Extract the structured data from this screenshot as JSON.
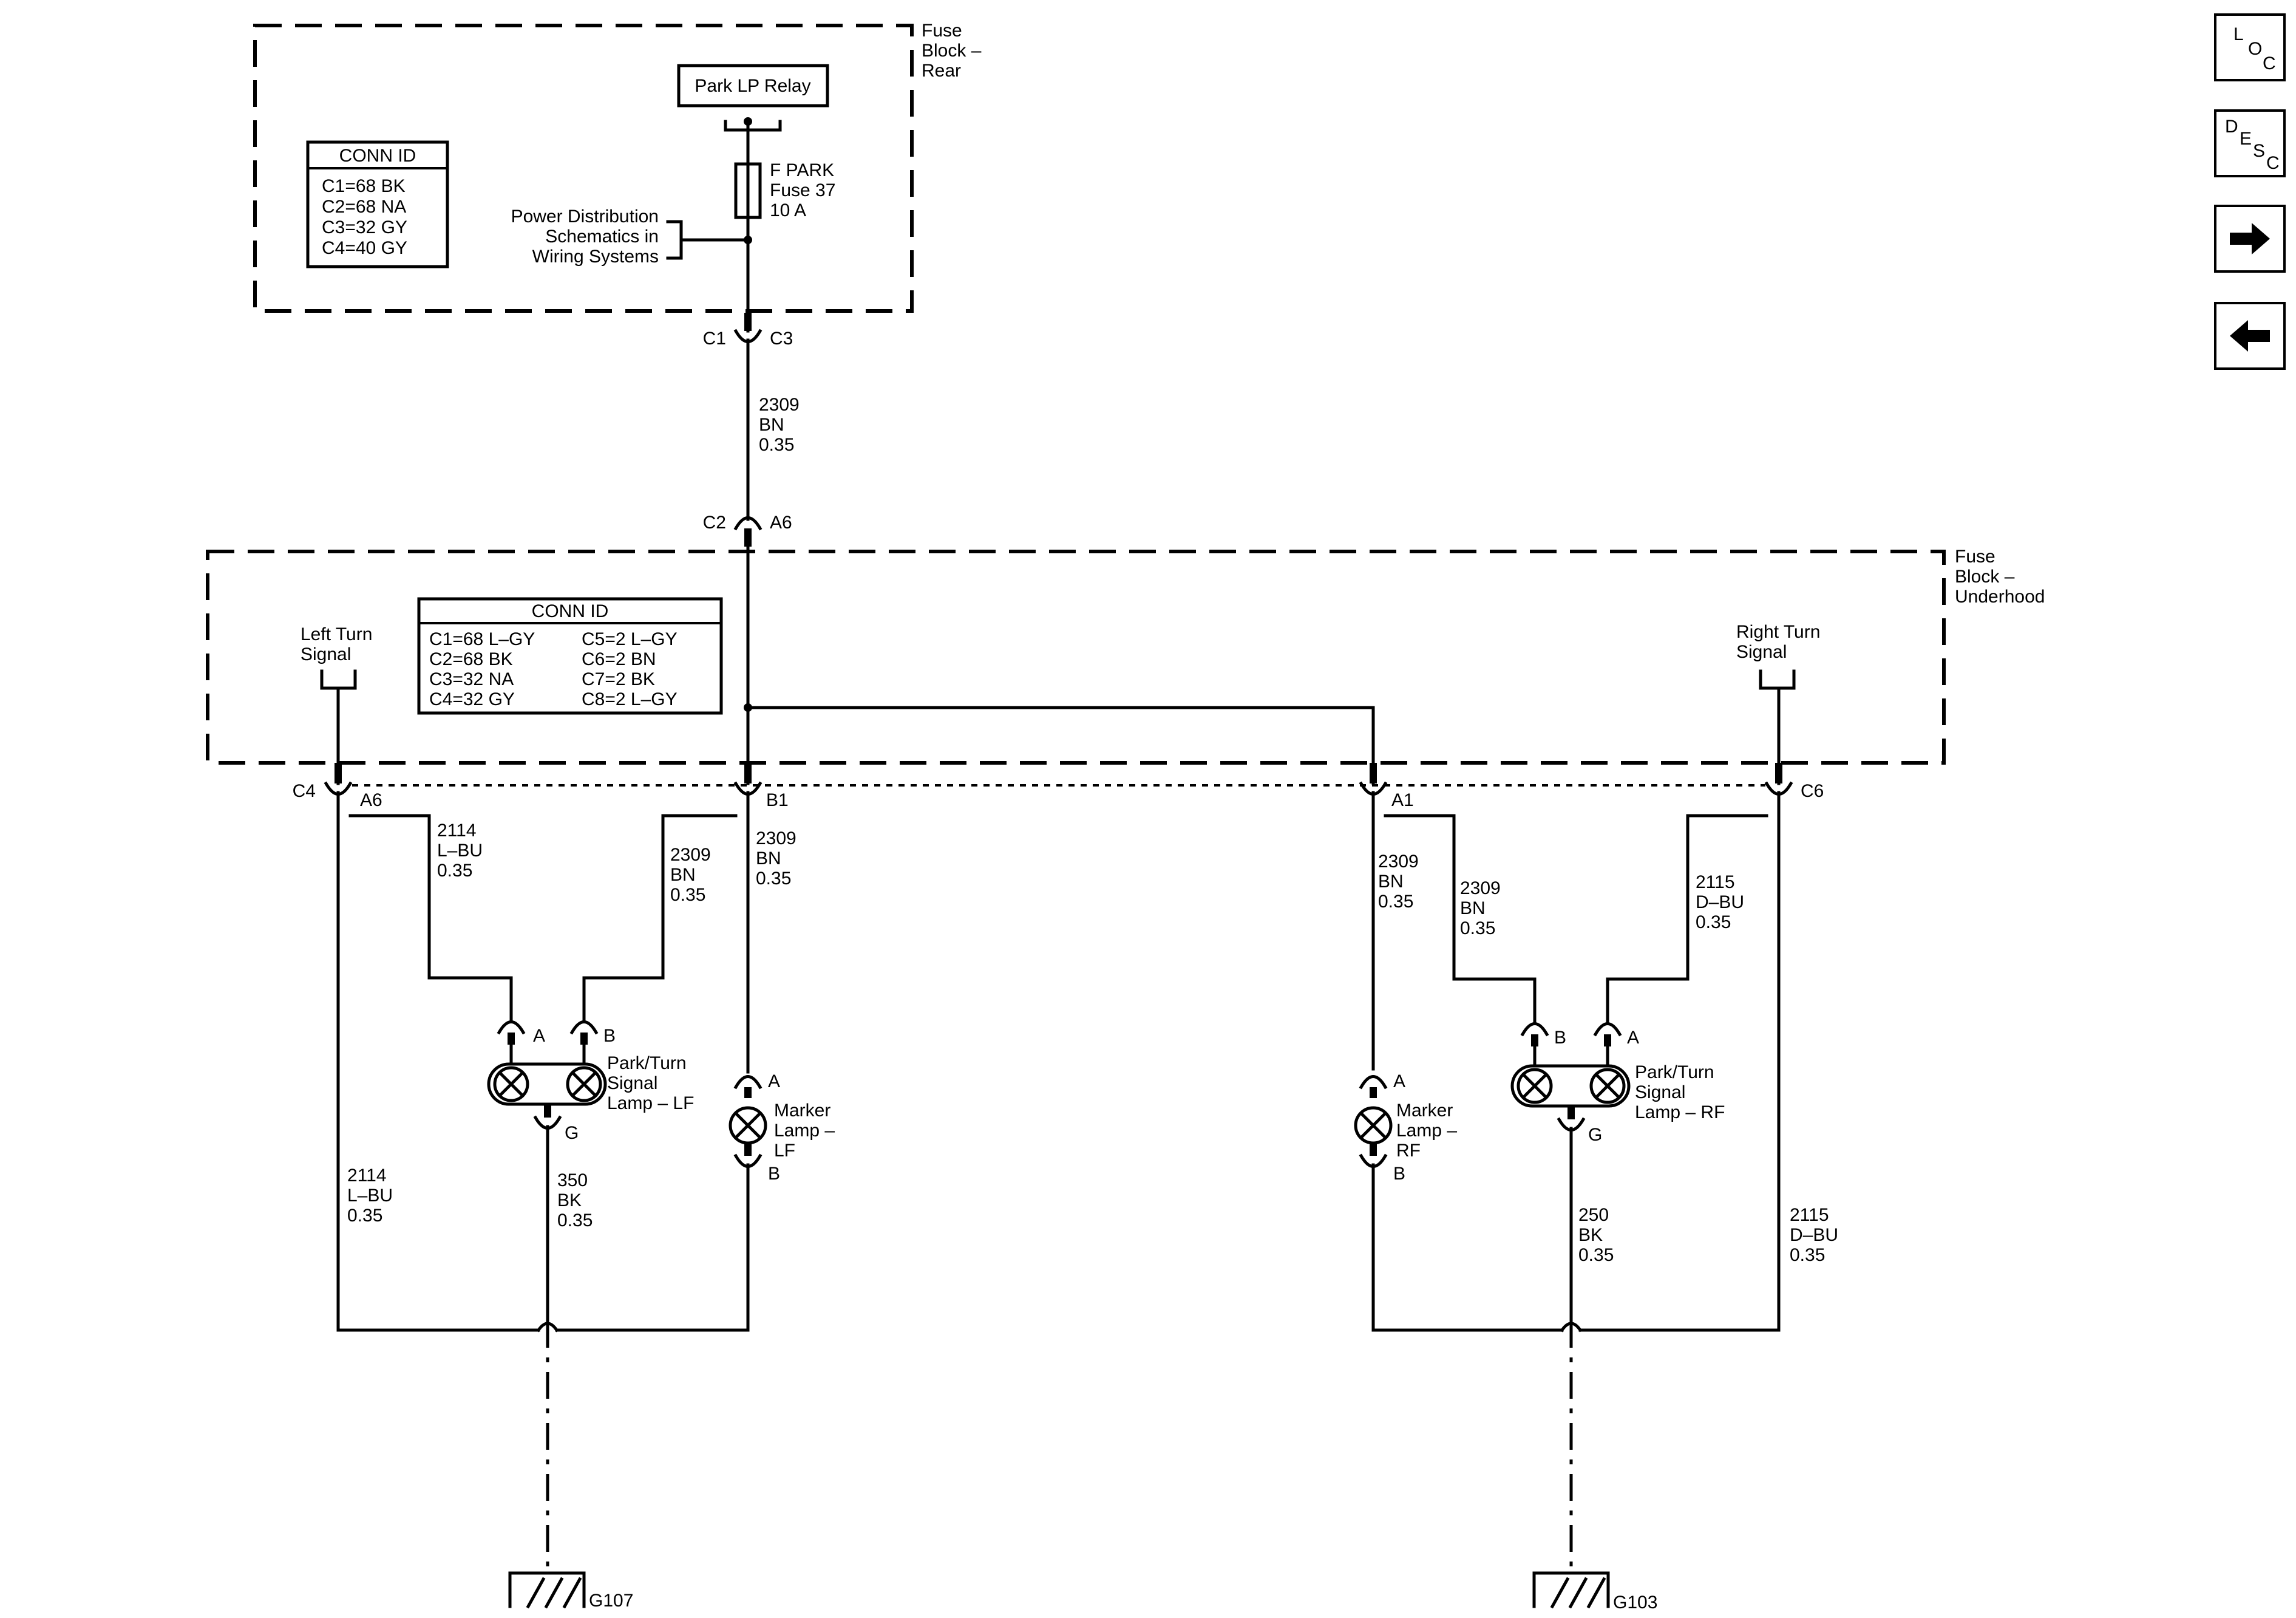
{
  "fuse_block_rear": {
    "title": [
      "Fuse",
      "Block –",
      "Rear"
    ],
    "relay": "Park LP Relay",
    "fuse": [
      "F PARK",
      "Fuse 37",
      "10 A"
    ],
    "power_ref": [
      "Power Distribution",
      "Schematics in",
      "Wiring Systems"
    ],
    "conn_id_title": "CONN ID",
    "conn_ids": [
      "C1=68 BK",
      "C2=68 NA",
      "C3=32 GY",
      "C4=40 GY"
    ]
  },
  "fuse_block_underhood": {
    "title": [
      "Fuse",
      "Block –",
      "Underhood"
    ],
    "conn_id_title": "CONN ID",
    "conn_ids_left": [
      "C1=68 L–GY",
      "C2=68 BK",
      "C3=32 NA",
      "C4=32 GY"
    ],
    "conn_ids_right": [
      "C5=2 L–GY",
      "C6=2 BN",
      "C7=2 BK",
      "C8=2 L–GY"
    ],
    "left_turn": [
      "Left Turn",
      "Signal"
    ],
    "right_turn": [
      "Right Turn",
      "Signal"
    ]
  },
  "connectors": {
    "c1": "C1",
    "c3": "C3",
    "c2": "C2",
    "a6_top": "A6",
    "c4": "C4",
    "a6": "A6",
    "b1": "B1",
    "a1": "A1",
    "c6": "C6"
  },
  "wires": {
    "top_2309": [
      "2309",
      "BN",
      "0.35"
    ],
    "left_2114_upper": [
      "2114",
      "L–BU",
      "0.35"
    ],
    "left_2309_upper": [
      "2309",
      "BN",
      "0.35"
    ],
    "left_2309_b1": [
      "2309",
      "BN",
      "0.35"
    ],
    "left_2114_lower": [
      "2114",
      "L–BU",
      "0.35"
    ],
    "left_350": [
      "350",
      "BK",
      "0.35"
    ],
    "right_2309_a1": [
      "2309",
      "BN",
      "0.35"
    ],
    "right_2309_upper": [
      "2309",
      "BN",
      "0.35"
    ],
    "right_2115_upper": [
      "2115",
      "D–BU",
      "0.35"
    ],
    "right_250": [
      "250",
      "BK",
      "0.35"
    ],
    "right_2115_lower": [
      "2115",
      "D–BU",
      "0.35"
    ]
  },
  "components": {
    "park_turn_lf": [
      "Park/Turn",
      "Signal",
      "Lamp – LF"
    ],
    "park_turn_rf": [
      "Park/Turn",
      "Signal",
      "Lamp – RF"
    ],
    "marker_lf": [
      "Marker",
      "Lamp –",
      "LF"
    ],
    "marker_rf": [
      "Marker",
      "Lamp –",
      "RF"
    ],
    "pins": {
      "a": "A",
      "b": "B",
      "g": "G"
    }
  },
  "grounds": {
    "left": "G107",
    "right": "G103"
  },
  "nav": {
    "loc": [
      "L",
      "O",
      "C"
    ],
    "desc": [
      "D",
      "E",
      "S",
      "C"
    ],
    "forward_icon": "arrow-right-icon",
    "back_icon": "arrow-left-icon"
  }
}
